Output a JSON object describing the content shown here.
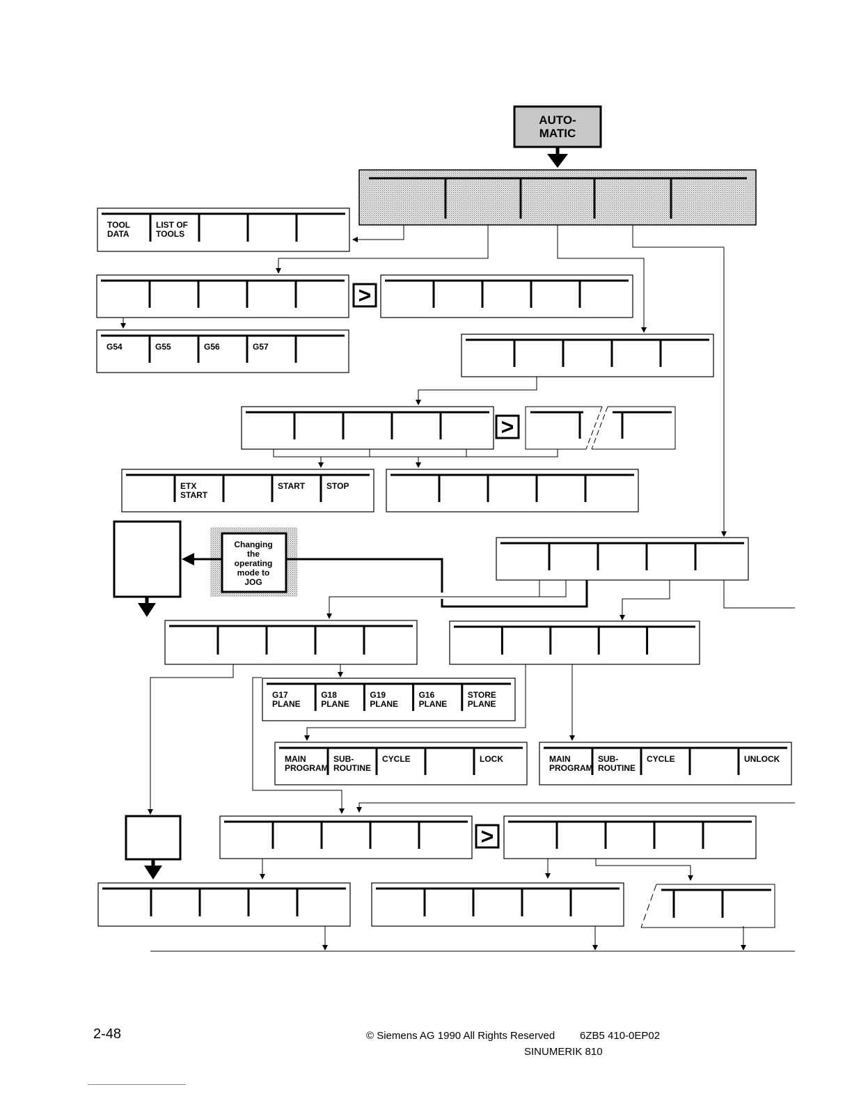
{
  "mode_box": {
    "line1": "AUTO-",
    "line2": "MATIC"
  },
  "jog_box": {
    "lines": [
      "Changing",
      "the",
      "operating",
      "mode to",
      "JOG"
    ]
  },
  "menus": {
    "tool": [
      [
        "TOOL",
        "DATA"
      ],
      [
        "LIST OF",
        "TOOLS"
      ],
      [],
      [],
      []
    ],
    "zero_offset": [
      [
        "G54"
      ],
      [
        "G55"
      ],
      [
        "G56"
      ],
      [
        "G57"
      ],
      []
    ],
    "start_stop": [
      [],
      [
        "ETX",
        "START"
      ],
      [],
      [
        "START"
      ],
      [
        "STOP"
      ]
    ],
    "plane": [
      [
        "G17",
        "PLANE"
      ],
      [
        "G18",
        "PLANE"
      ],
      [
        "G19",
        "PLANE"
      ],
      [
        "G16",
        "PLANE"
      ],
      [
        "STORE",
        "PLANE"
      ]
    ],
    "lock": [
      [
        "MAIN",
        "PROGRAM"
      ],
      [
        "SUB-",
        "ROUTINE"
      ],
      [
        "CYCLE"
      ],
      [],
      [
        "LOCK"
      ]
    ],
    "unlock": [
      [
        "MAIN",
        "PROGRAM"
      ],
      [
        "SUB-",
        "ROUTINE"
      ],
      [
        "CYCLE"
      ],
      [],
      [
        "UNLOCK"
      ]
    ]
  },
  "continue_symbol": ">",
  "footer": {
    "page_number": "2-48",
    "copyright": "© Siemens AG 1990 All Rights Reserved",
    "doc_code": "6ZB5 410-0EP02",
    "product": "SINUMERIK 810"
  }
}
